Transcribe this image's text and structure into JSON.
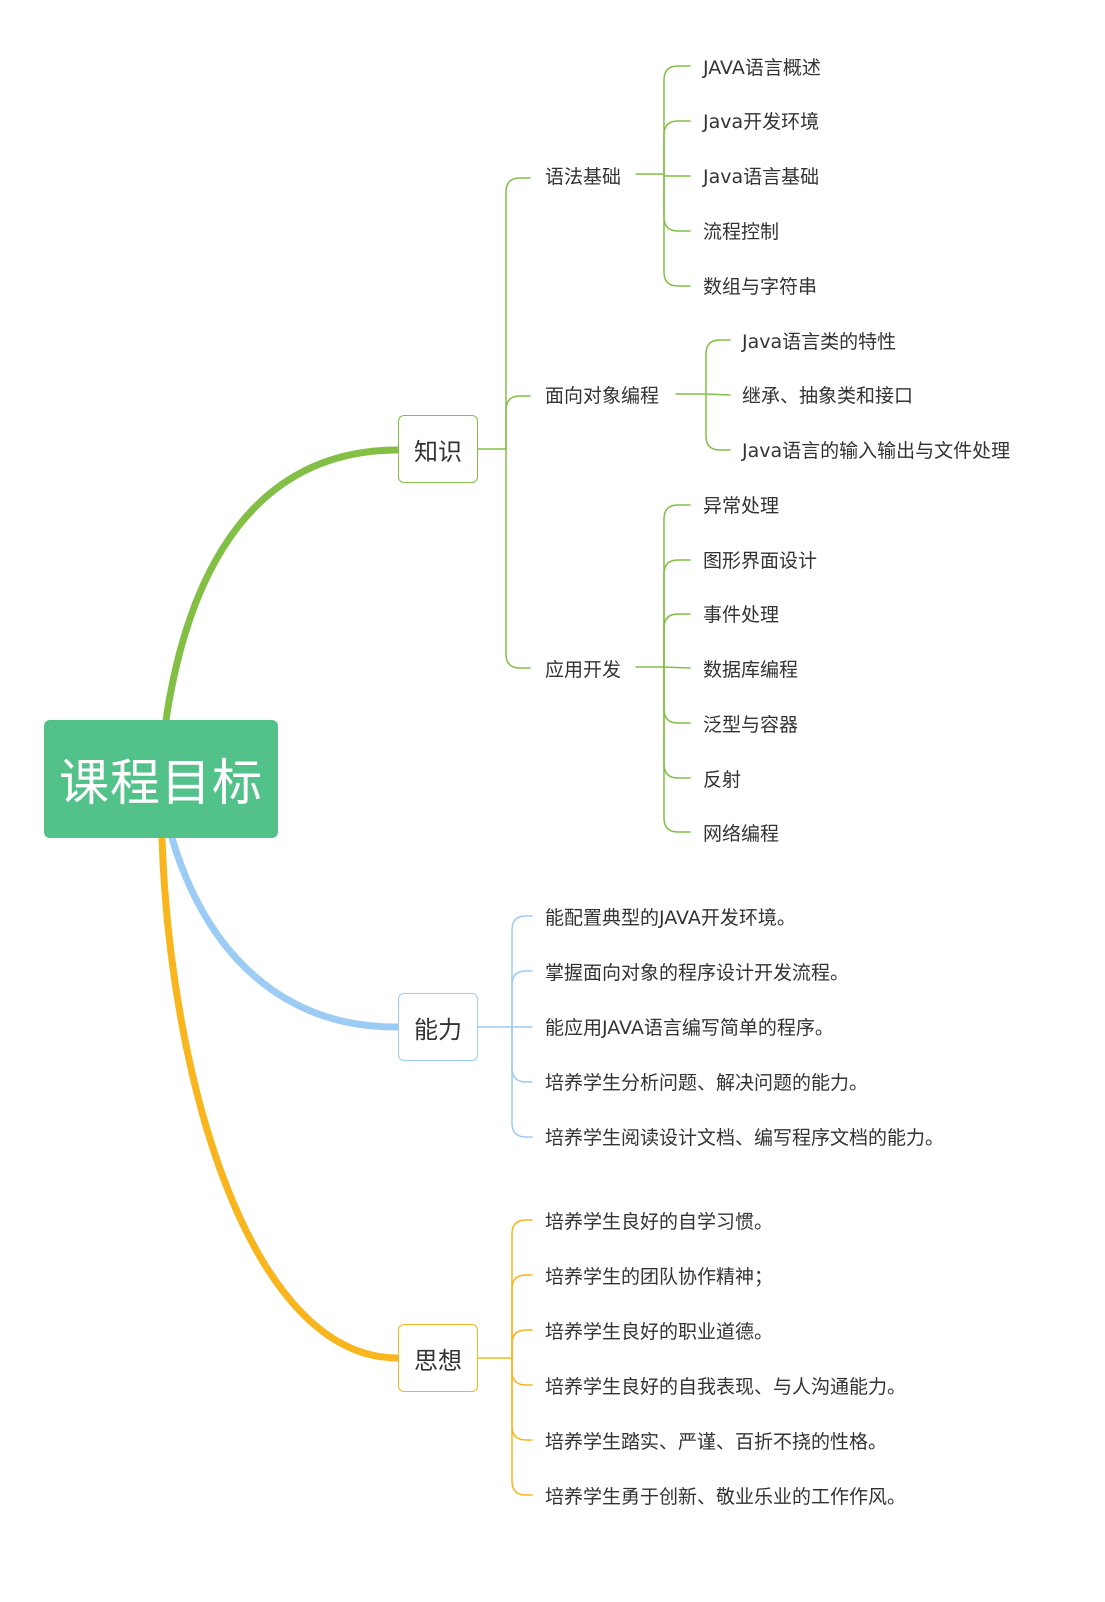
{
  "root": {
    "label": "课程目标",
    "color": "#52c18a"
  },
  "branches": [
    {
      "id": "knowledge",
      "label": "知识",
      "color": "#82bf44",
      "children": [
        {
          "label": "语法基础",
          "children": [
            "JAVA语言概述",
            "Java开发环境",
            "Java语言基础",
            "流程控制",
            "数组与字符串"
          ]
        },
        {
          "label": "面向对象编程",
          "children": [
            "Java语言类的特性",
            "继承、抽象类和接口",
            "Java语言的输入输出与文件处理"
          ]
        },
        {
          "label": "应用开发",
          "children": [
            "异常处理",
            "图形界面设计",
            "事件处理",
            "数据库编程",
            "泛型与容器",
            "反射",
            "网络编程"
          ]
        }
      ]
    },
    {
      "id": "ability",
      "label": "能力",
      "color": "#9ccbf5",
      "children": [
        "能配置典型的JAVA开发环境。",
        "掌握面向对象的程序设计开发流程。",
        "能应用JAVA语言编写简单的程序。",
        "培养学生分析问题、解决问题的能力。",
        "培养学生阅读设计文档、编写程序文档的能力。"
      ]
    },
    {
      "id": "thought",
      "label": "思想",
      "color": "#f8b51d",
      "children": [
        "培养学生良好的自学习惯。",
        "培养学生的团队协作精神；",
        "培养学生良好的职业道德。",
        "培养学生良好的自我表现、与人沟通能力。",
        "培养学生踏实、严谨、百折不挠的性格。",
        "培养学生勇于创新、敬业乐业的工作作风。"
      ]
    }
  ]
}
